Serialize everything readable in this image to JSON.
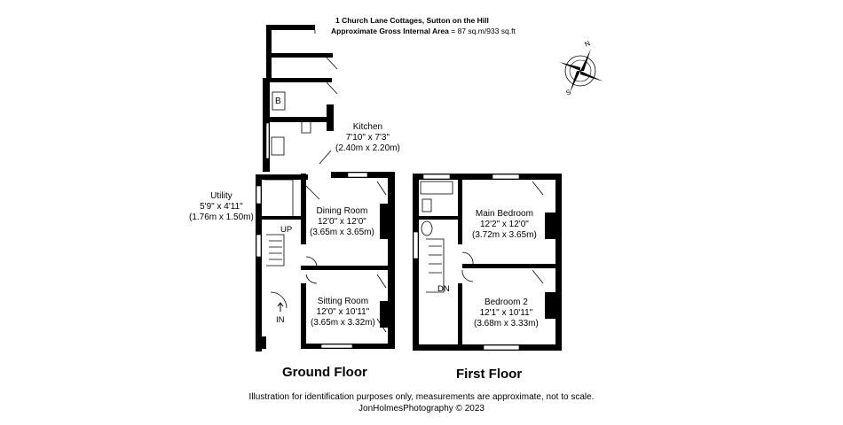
{
  "header": {
    "address": "1 Church Lane Cottages, Sutton on the Hill",
    "area_label": "Approximate Gross Internal Area",
    "area_value": "= 87 sq.m/933 sq.ft"
  },
  "rooms": {
    "kitchen": {
      "name": "Kitchen",
      "imperial": "7'10\" x 7'3\"",
      "metric": "(2.40m x 2.20m)"
    },
    "utility": {
      "name": "Utility",
      "imperial": "5'9\" x 4'11\"",
      "metric": "(1.76m x 1.50m)"
    },
    "dining": {
      "name": "Dining Room",
      "imperial": "12'0\" x 12'0\"",
      "metric": "(3.65m x 3.65m)"
    },
    "sitting": {
      "name": "Sitting Room",
      "imperial": "12'0\" x 10'11\"",
      "metric": "(3.65m x 3.32m)"
    },
    "main_bedroom": {
      "name": "Main Bedroom",
      "imperial": "12'2\" x 12'0\"",
      "metric": "(3.72m x 3.65m)"
    },
    "bedroom2": {
      "name": "Bedroom 2",
      "imperial": "12'1\" x 10'11\"",
      "metric": "(3.68m x 3.33m)"
    }
  },
  "marks": {
    "boiler": "B",
    "up": "UP",
    "down": "DN",
    "entrance": "IN"
  },
  "floors": {
    "ground": "Ground Floor",
    "first": "First Floor"
  },
  "compass": {
    "north": "N",
    "south": "S"
  },
  "footer": {
    "disclaimer": "Illustration for identification purposes only, measurements are approximate, not to scale.",
    "credit": "JonHolmesPhotography © 2023"
  }
}
